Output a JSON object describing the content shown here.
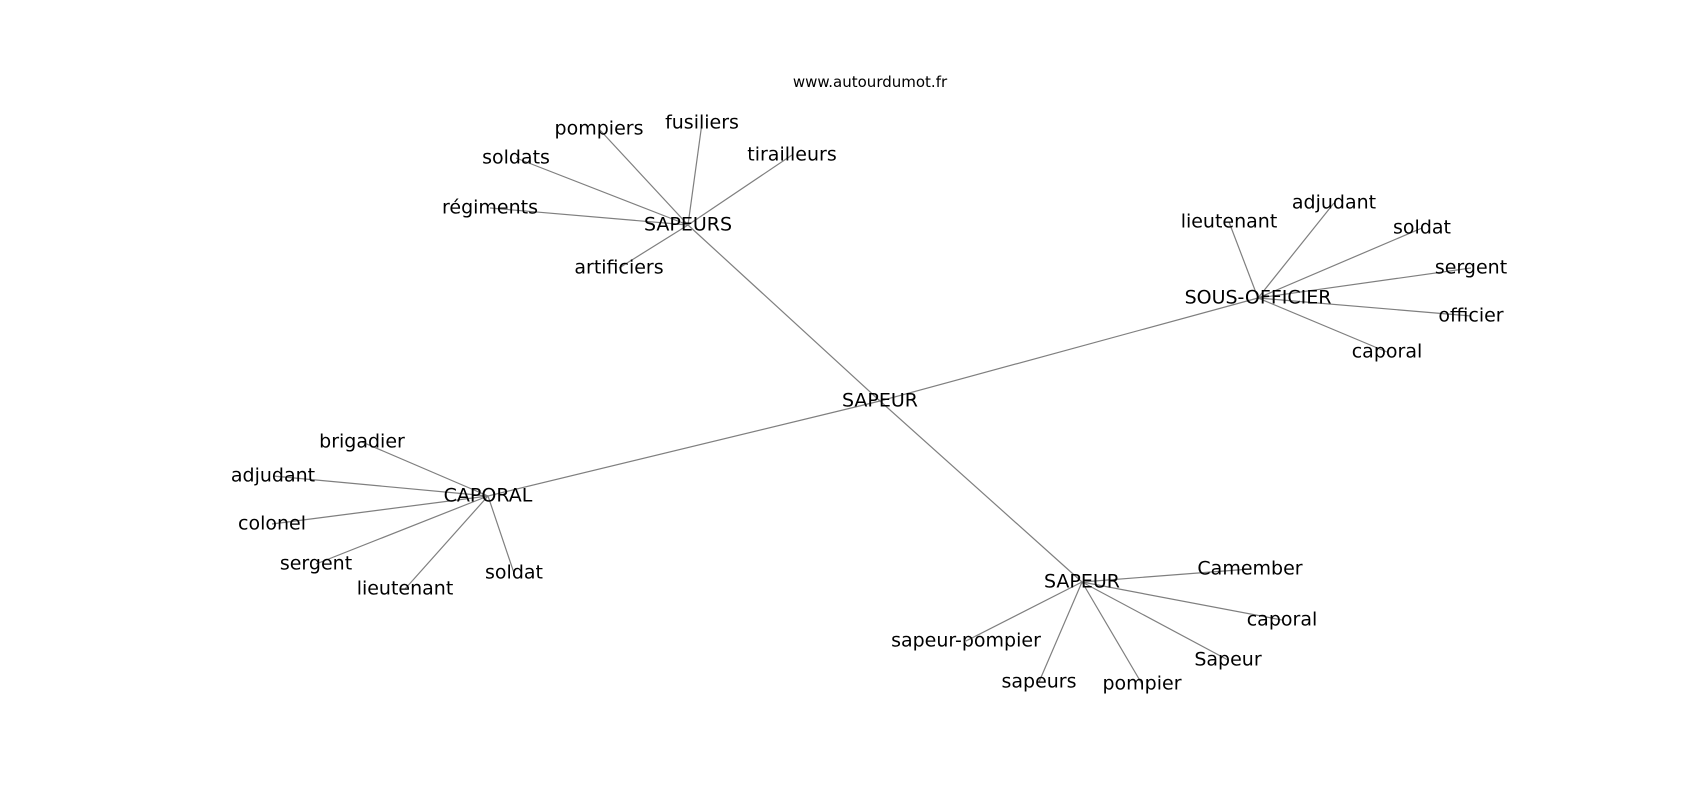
{
  "source": "www.autourdumot.fr",
  "center": {
    "label": "SAPEUR"
  },
  "clusters": [
    {
      "hub": "SAPEURS",
      "terms": [
        "pompiers",
        "fusiliers",
        "soldats",
        "tirailleurs",
        "régiments",
        "artificiers"
      ]
    },
    {
      "hub": "SOUS-OFFICIER",
      "terms": [
        "lieutenant",
        "adjudant",
        "soldat",
        "sergent",
        "officier",
        "caporal"
      ]
    },
    {
      "hub": "CAPORAL",
      "terms": [
        "brigadier",
        "adjudant",
        "colonel",
        "sergent",
        "lieutenant",
        "soldat"
      ]
    },
    {
      "hub": "SAPEUR",
      "terms": [
        "Camember",
        "caporal",
        "sapeur-pompier",
        "Sapeur",
        "sapeurs",
        "pompier"
      ]
    }
  ]
}
